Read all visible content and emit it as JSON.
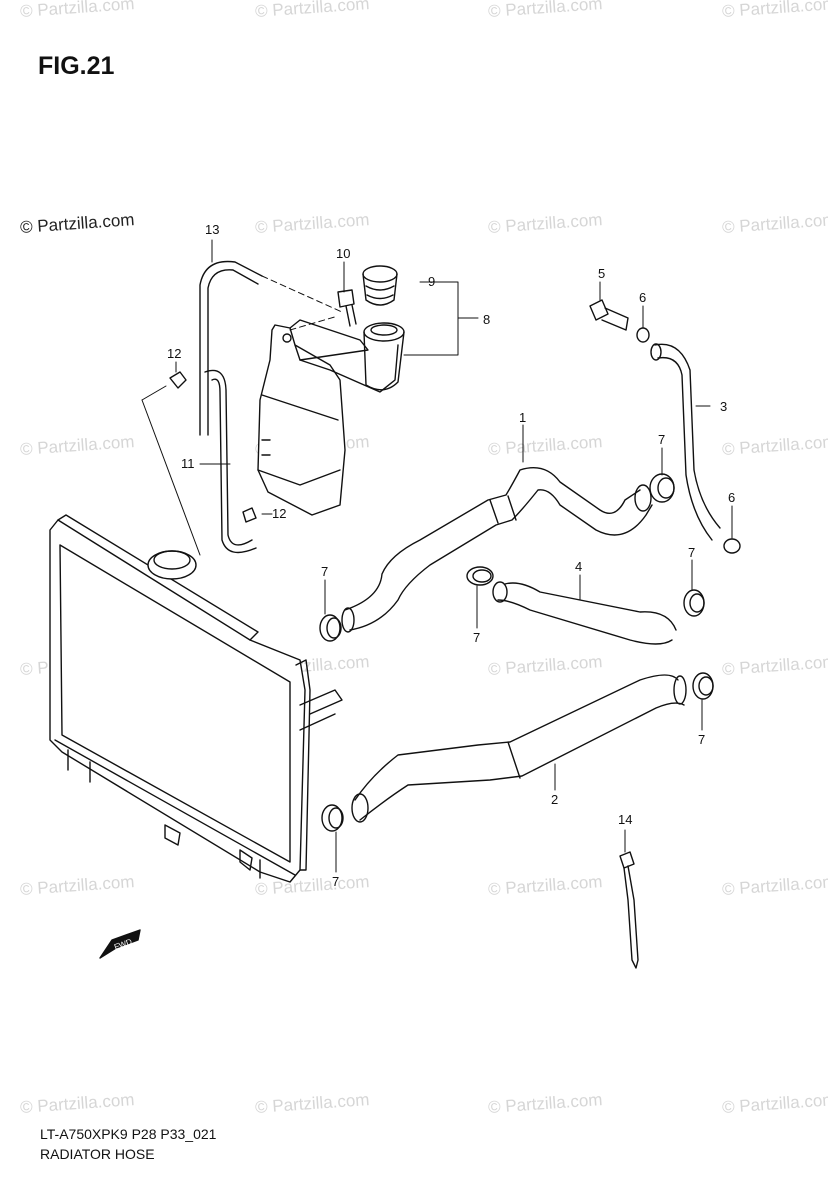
{
  "figure": {
    "title": "FIG.21",
    "copyright": "© Partzilla.com",
    "footer_code": "LT-A750XPK9 P28 P33_021",
    "footer_name": "RADIATOR HOSE",
    "watermark": "© Partzilla.com",
    "fwd_label": "FWD"
  },
  "callouts": {
    "c1": "1",
    "c2": "2",
    "c3": "3",
    "c4": "4",
    "c5": "5",
    "c6a": "6",
    "c6b": "6",
    "c7a": "7",
    "c7b": "7",
    "c7c": "7",
    "c7d": "7",
    "c7e": "7",
    "c7f": "7",
    "c8": "8",
    "c9": "9",
    "c10": "10",
    "c11": "11",
    "c12a": "12",
    "c12b": "12",
    "c13": "13",
    "c14": "14"
  },
  "colors": {
    "line": "#111111",
    "watermark": "#d6d6d6"
  }
}
